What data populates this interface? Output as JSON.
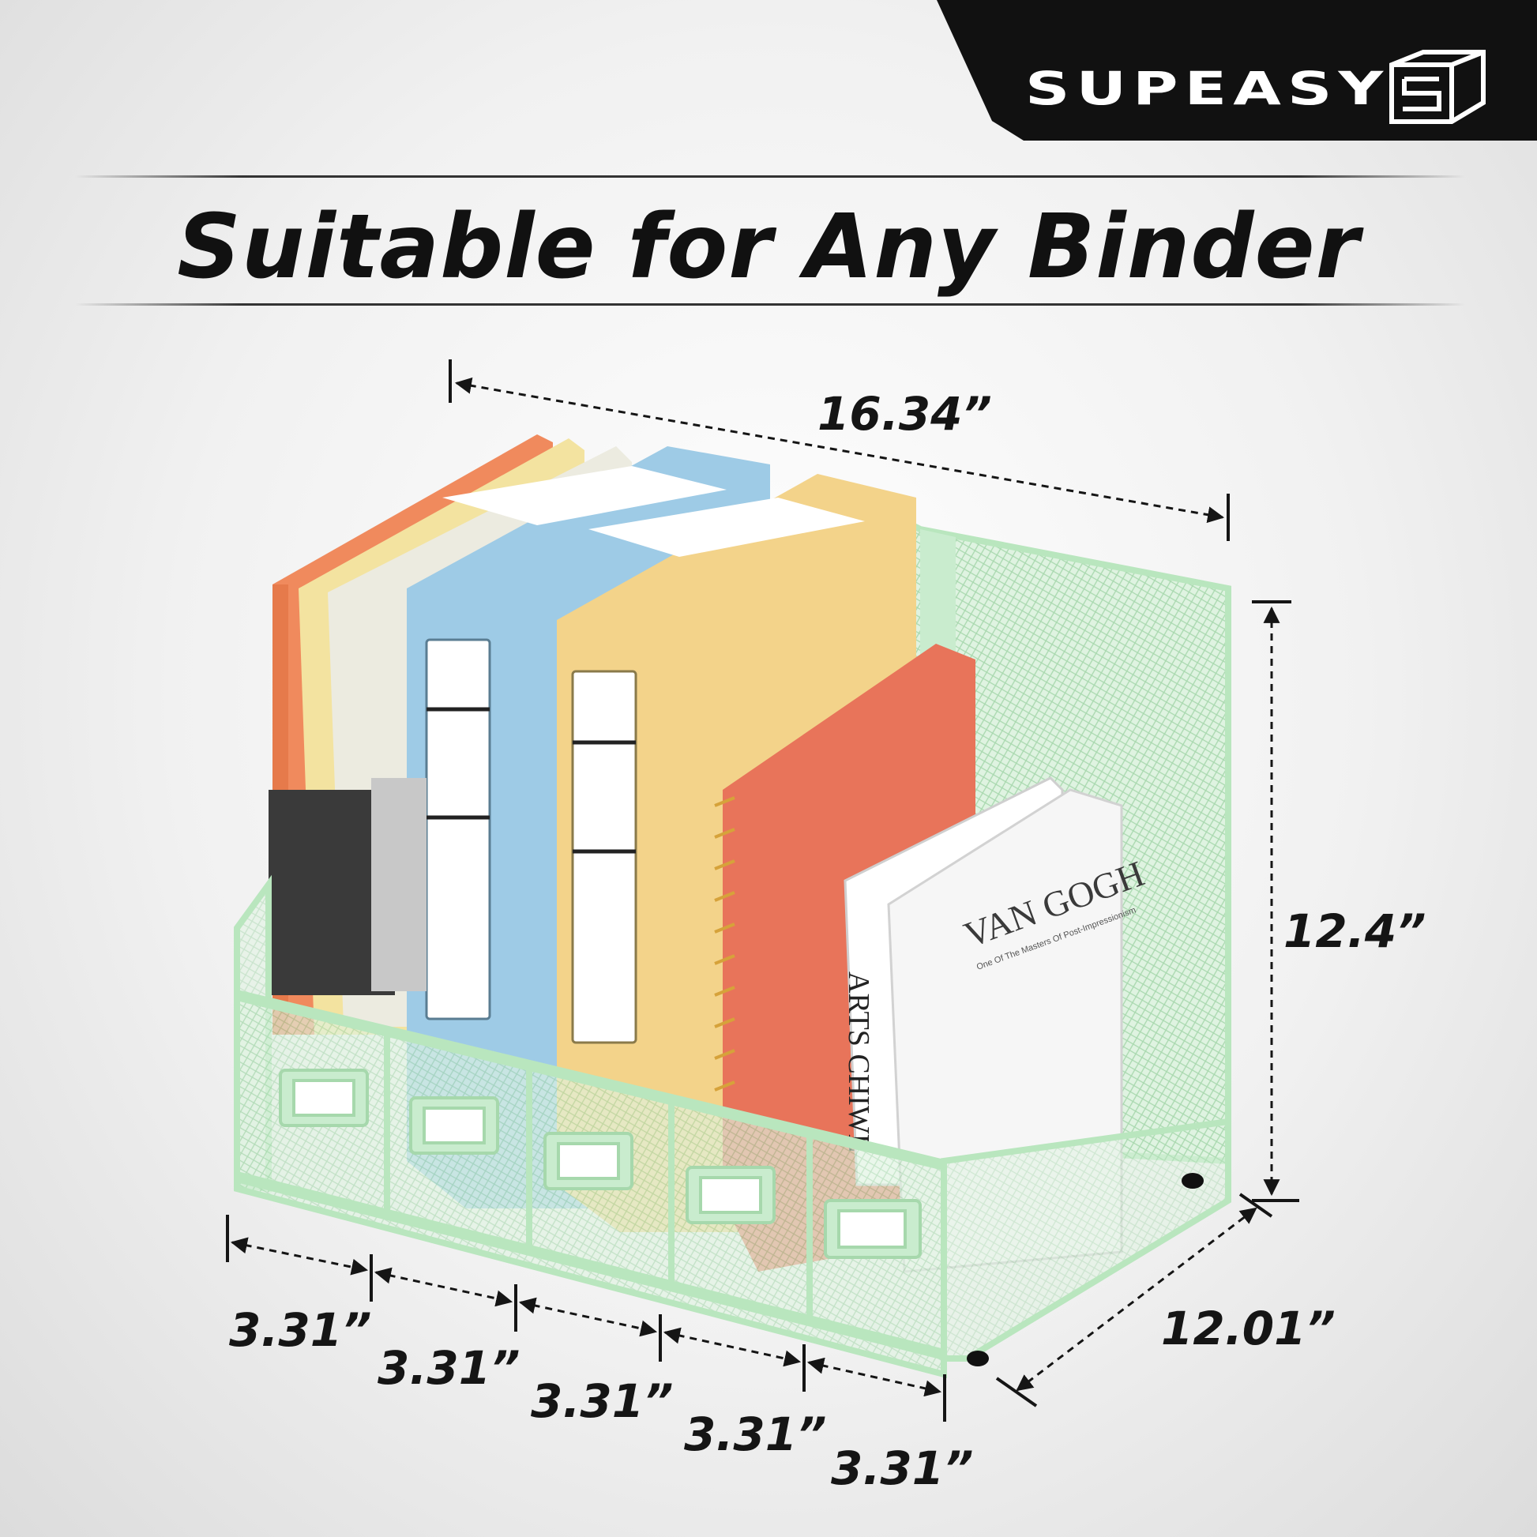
{
  "brand": {
    "name": "SUPEASY",
    "logo_icon": "supeasy-cube-logo",
    "banner_color": "#111111"
  },
  "headline": "Suitable for Any Binder",
  "dimensions": {
    "width": "16.34”",
    "height": "12.4”",
    "depth": "12.01”",
    "compartments": [
      "3.31”",
      "3.31”",
      "3.31”",
      "3.31”",
      "3.31”"
    ]
  },
  "product": {
    "frame_color": "#b9e6be",
    "binder_colors": [
      "#f08a5d",
      "#f3e3a0",
      "#ecebe0",
      "#9ecbe6",
      "#f3d38a",
      "#e8745a"
    ]
  },
  "book_covers": {
    "van_gogh_title": "VAN GOGH",
    "van_gogh_subtitle": "One Of The Masters Of Post-Impressionism",
    "arts_spine": "ARTS CHIWE"
  }
}
